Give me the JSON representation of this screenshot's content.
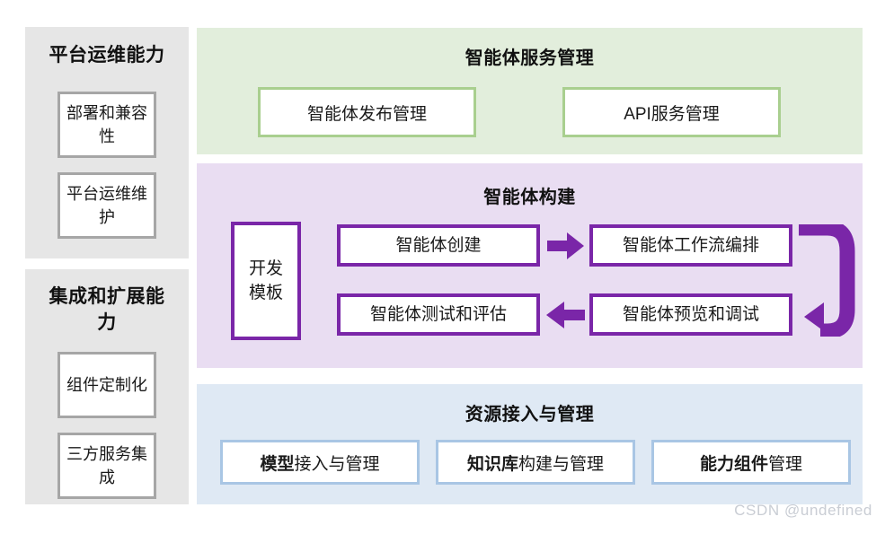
{
  "diagram": {
    "title_hidden": "",
    "watermark": "CSDN @undefined"
  },
  "left_column": {
    "sections": [
      {
        "title": "平台运维能力",
        "items": [
          {
            "label": "部署和兼容性"
          },
          {
            "label": "平台运维维护"
          }
        ]
      },
      {
        "title": "集成和扩展能力",
        "items": [
          {
            "label": "组件定制化"
          },
          {
            "label": "三方服务集成"
          }
        ]
      }
    ]
  },
  "service_panel": {
    "title": "智能体服务管理",
    "items": [
      {
        "label": "智能体发布管理"
      },
      {
        "label": "API服务管理"
      }
    ],
    "color": "#e2eedc",
    "border_color": "#a9cf8f"
  },
  "build_panel": {
    "title": "智能体构建",
    "template_box": {
      "label": "开发模板"
    },
    "steps": [
      {
        "label": "智能体创建"
      },
      {
        "label": "智能体工作流编排"
      },
      {
        "label": "智能体预览和调试"
      },
      {
        "label": "智能体测试和评估"
      }
    ],
    "arrows": [
      {
        "name": "arrow-create-to-workflow",
        "direction": "right"
      },
      {
        "name": "arrow-preview-to-test",
        "direction": "left"
      },
      {
        "name": "loop-workflow-to-preview",
        "direction": "loop"
      }
    ],
    "color": "#e9ddf2",
    "border_color": "#7a26a8"
  },
  "resource_panel": {
    "title": "资源接入与管理",
    "items": [
      {
        "bold": "模型",
        "rest": "接入与管理"
      },
      {
        "bold": "知识库",
        "rest": "构建与管理"
      },
      {
        "bold": "能力组件",
        "rest": "管理"
      }
    ],
    "color": "#dfe9f4",
    "border_color": "#a9c6e4"
  }
}
